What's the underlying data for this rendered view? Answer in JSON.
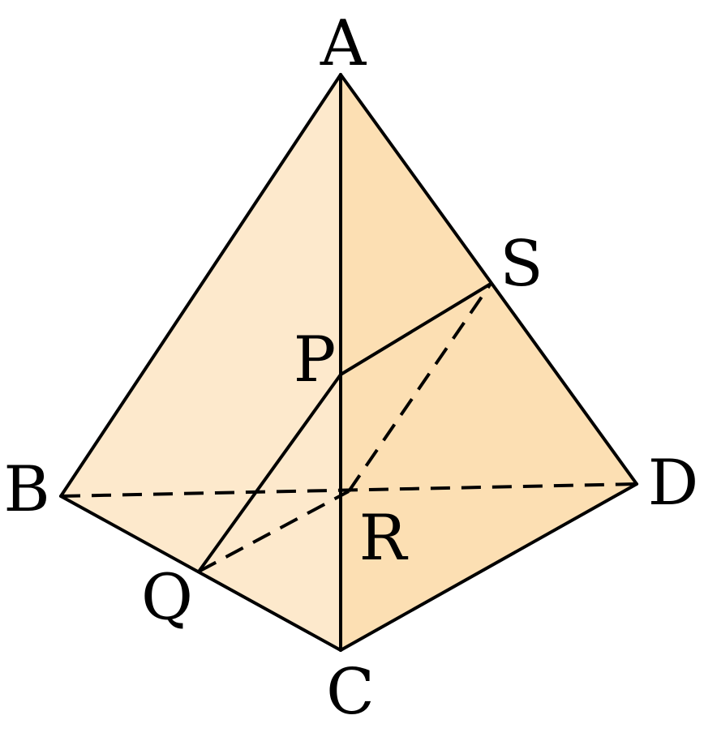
{
  "diagram": {
    "type": "tetrahedron-cross-section",
    "vertices": {
      "A": "A",
      "B": "B",
      "C": "C",
      "D": "D"
    },
    "section_points": {
      "P": "P",
      "Q": "Q",
      "R": "R",
      "S": "S"
    },
    "colors": {
      "face_front": "#fde9cc",
      "face_right": "#fcdfb3",
      "edge": "#000000"
    }
  }
}
